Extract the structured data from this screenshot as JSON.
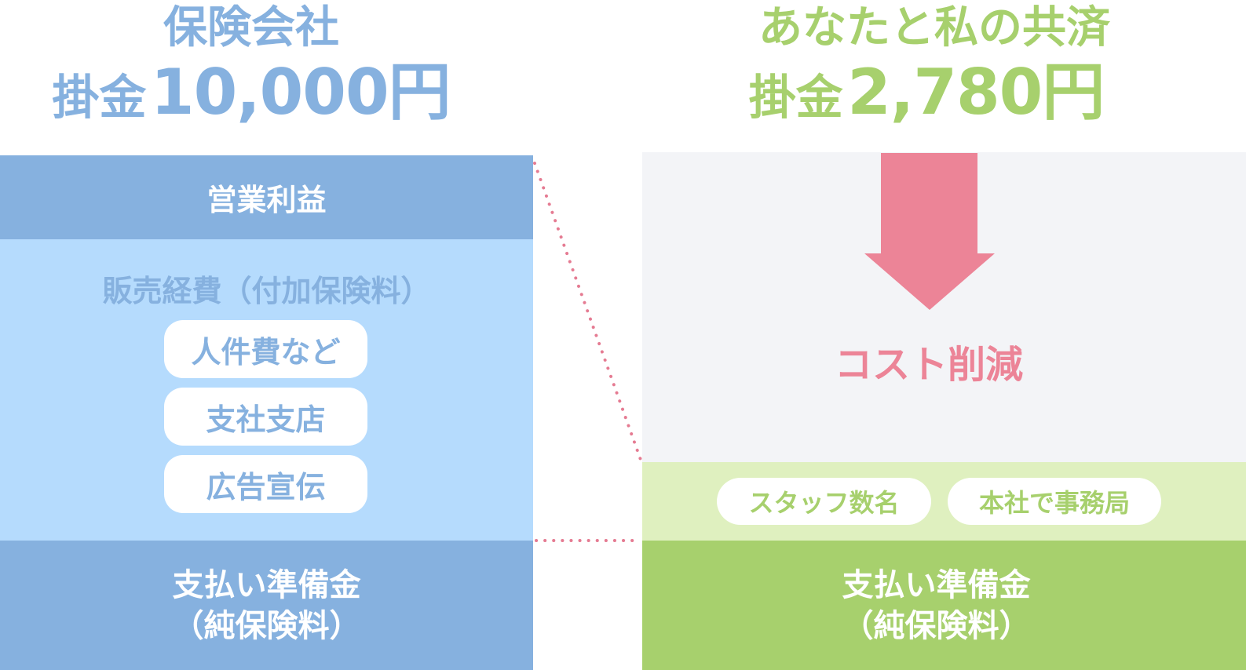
{
  "left": {
    "company_label": "保険会社",
    "premium_label": "掛金",
    "premium_amount": "10,000円",
    "operating_profit": "営業利益",
    "sales_expenses_title": "販売経費（付加保険料）",
    "expense_items": [
      "人件費など",
      "支社支店",
      "広告宣伝"
    ],
    "reserve_line1": "支払い準備金",
    "reserve_line2": "（純保険料）"
  },
  "right": {
    "company_label": "あなたと私の共済",
    "premium_label": "掛金",
    "premium_amount": "2,780円",
    "cost_reduction_label": "コスト削減",
    "operation_items": [
      "スタッフ数名",
      "本社で事務局"
    ],
    "reserve_line1": "支払い準備金",
    "reserve_line2": "（純保険料）"
  },
  "colors": {
    "left_dark": "#86b1df",
    "left_light": "#b5dbfd",
    "right_dark": "#a7d06d",
    "right_light": "#dff0bf",
    "cost_background": "#f3f4f7",
    "arrow_pink": "#ec8497"
  },
  "icons": {
    "arrow": "down-arrow-icon",
    "connector": "dotted-connector-line"
  }
}
